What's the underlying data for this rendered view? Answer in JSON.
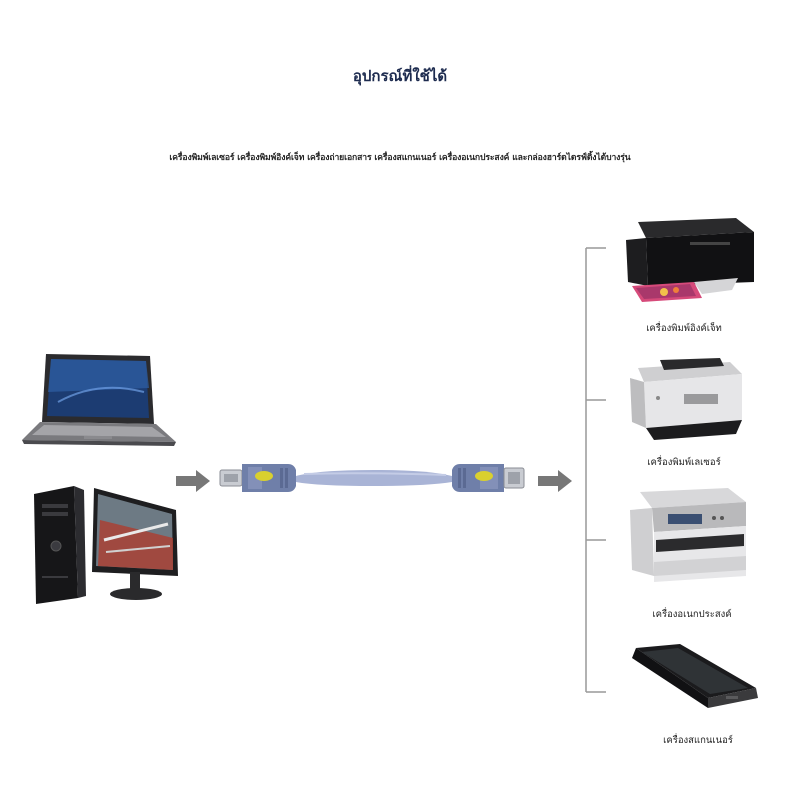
{
  "header": {
    "title": "อุปกรณ์ที่ใช้ได้",
    "subtitle": "เครื่องพิมพ์เลเซอร์ เครื่องพิมพ์อิงค์เจ็ท เครื่องถ่ายเอกสาร เครื่องสแกนเนอร์ เครื่องอเนกประสงค์ และกล่องฮาร์ดไดรฟ์ดิ้งได้บางรุ่น"
  },
  "devices": [
    {
      "label": "เครื่องพิมพ์อิงค์เจ็ท",
      "icon": "inkjet-printer-icon"
    },
    {
      "label": "เครื่องพิมพ์เลเซอร์",
      "icon": "laser-printer-icon"
    },
    {
      "label": "เครื่องอเนกประสงค์",
      "icon": "multifunction-printer-icon"
    },
    {
      "label": "เครื่องสแกนเนอร์",
      "icon": "scanner-icon"
    }
  ],
  "sources": [
    {
      "icon": "laptop-icon"
    },
    {
      "icon": "desktop-computer-icon"
    }
  ],
  "colors": {
    "cable": "#a9b4d6",
    "connector": "#6f7fa9",
    "connector_dot": "#d9d02f",
    "arrow": "#777777",
    "bracket": "#999999"
  }
}
